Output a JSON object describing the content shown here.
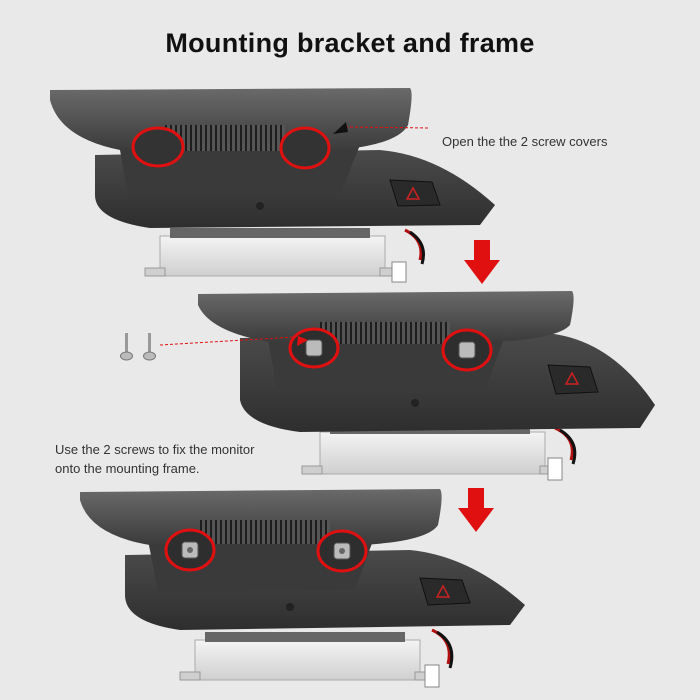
{
  "header": {
    "title": "Mounting bracket and frame"
  },
  "steps": [
    {
      "caption": "Open the the 2 screw covers"
    },
    {
      "caption_line1": "Use the 2 screws to fix the monitor",
      "caption_line2": "onto the mounting frame."
    }
  ],
  "colors": {
    "background": "#e9e9e9",
    "highlight": "#e01010",
    "arrow": "#e01010",
    "monitor": "#4a4a4a",
    "frame": "#e4e4e4"
  },
  "icons": [
    "down-arrow-icon",
    "hazard-button-icon",
    "screw-icon",
    "screw-cover-highlight-icon"
  ]
}
